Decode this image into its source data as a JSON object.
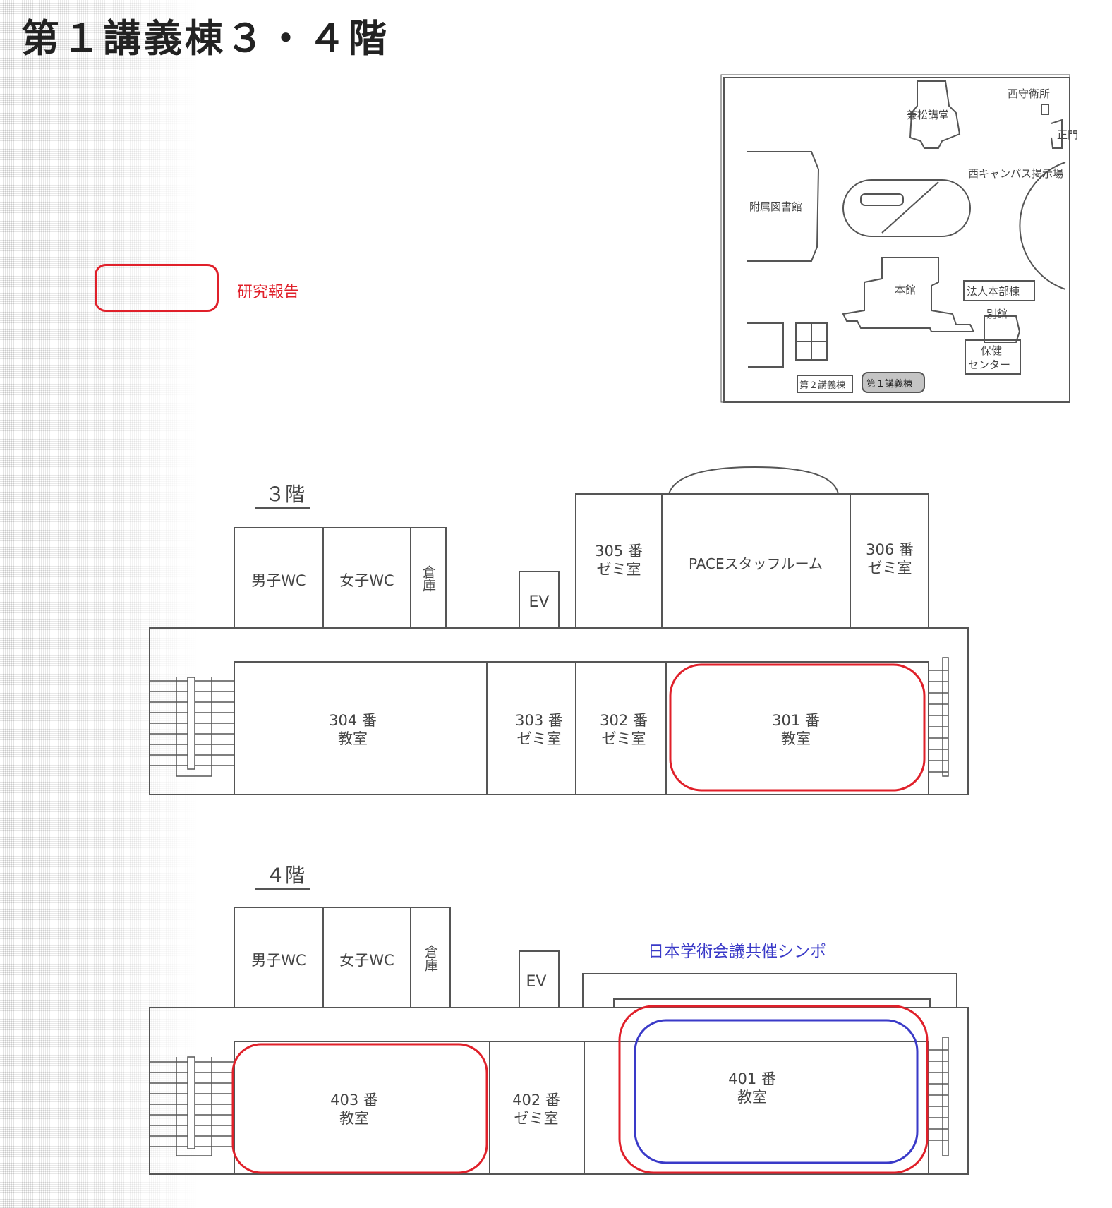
{
  "title": "第１講義棟３・４階",
  "legend": {
    "label": "研究報告",
    "color": "#e0202a"
  },
  "symposium": {
    "label": "日本学術会議共催シンポ",
    "color": "#3a3ac8"
  },
  "campus_map": {
    "buildings": {
      "nishi_guard": "西守衛所",
      "seimon": "正門",
      "kaneko_hall": "兼松講堂",
      "campus_board": "西キャンパス掲示場",
      "library": "附属図書館",
      "honkan": "本館",
      "hojin_honbu": "法人本部棟",
      "bekkan": "別館",
      "hoken_line1": "保健",
      "hoken_line2": "センター",
      "lecture2": "第２講義棟",
      "lecture1": "第１講義棟"
    }
  },
  "floor3": {
    "label": "３階",
    "rooms": {
      "men_wc": "男子WC",
      "women_wc": "女子WC",
      "storage": "倉庫",
      "ev": "EV",
      "r305_num": "305 番",
      "r305_type": "ゼミ室",
      "pace": "PACEスタッフルーム",
      "r306_num": "306 番",
      "r306_type": "ゼミ室",
      "r304_num": "304 番",
      "r304_type": "教室",
      "r303_num": "303 番",
      "r303_type": "ゼミ室",
      "r302_num": "302 番",
      "r302_type": "ゼミ室",
      "r301_num": "301 番",
      "r301_type": "教室"
    }
  },
  "floor4": {
    "label": "４階",
    "rooms": {
      "men_wc": "男子WC",
      "women_wc": "女子WC",
      "storage": "倉庫",
      "ev": "EV",
      "r403_num": "403 番",
      "r403_type": "教室",
      "r402_num": "402 番",
      "r402_type": "ゼミ室",
      "r401_num": "401 番",
      "r401_type": "教室"
    }
  }
}
